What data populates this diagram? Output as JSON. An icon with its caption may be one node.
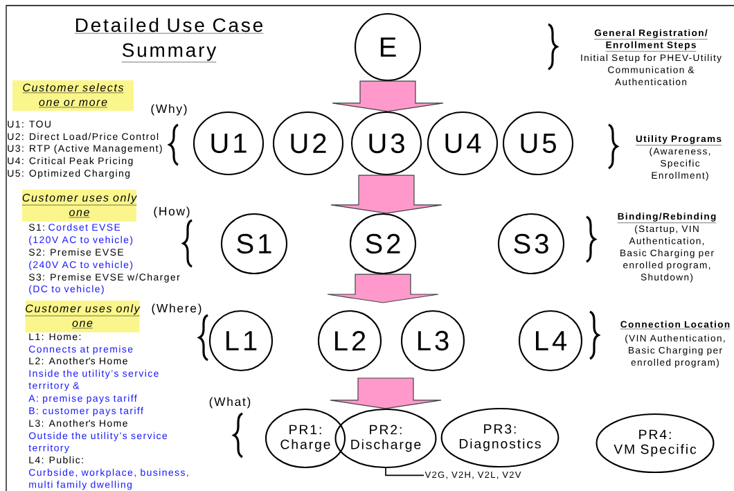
{
  "diagram": {
    "title": "Detailed Use Case Summary",
    "nodes": [
      {
        "text": [
          "E"
        ]
      },
      {
        "text": [
          "U1"
        ]
      },
      {
        "text": [
          "U2"
        ]
      },
      {
        "text": [
          "U3"
        ]
      },
      {
        "text": [
          "U4"
        ]
      },
      {
        "text": [
          "U5"
        ]
      },
      {
        "text": [
          "S1"
        ]
      },
      {
        "text": [
          "S2"
        ]
      },
      {
        "text": [
          "S3"
        ]
      },
      {
        "text": [
          "L1"
        ]
      },
      {
        "text": [
          "L2"
        ]
      },
      {
        "text": [
          "L3"
        ]
      },
      {
        "text": [
          "L4"
        ]
      },
      {
        "text": [
          "PR1:",
          "Charge"
        ]
      },
      {
        "text": [
          "PR2:",
          "Discharge"
        ]
      },
      {
        "text": [
          "PR3:",
          "Diagnostics"
        ]
      },
      {
        "text": [
          "PR4:",
          "VM Specific"
        ]
      },
      {
        "text": [
          "V2G, V2H, V2L, V2V"
        ]
      },
      {
        "text": [
          "Customer selects one or more"
        ]
      },
      {
        "text": [
          "Customer uses only one"
        ]
      },
      {
        "text": [
          "Customer uses only one"
        ]
      }
    ],
    "edges": [
      {
        "from": 0,
        "to": 3,
        "arrow": "to",
        "style": "thick",
        "color": "#ff99cc"
      },
      {
        "from": 3,
        "to": 7,
        "arrow": "to",
        "style": "thick",
        "color": "#ff99cc"
      },
      {
        "from": 7,
        "to": null,
        "arrow": "to",
        "style": "thick",
        "color": "#ff99cc"
      },
      {
        "from": null,
        "to": 14,
        "arrow": "to",
        "style": "thick",
        "color": "#ff99cc"
      },
      {
        "from": 17,
        "to": 14,
        "arrow": "none",
        "color": "#000000"
      }
    ],
    "labels": [
      "(Why)",
      "U1: TOU",
      "U2: Direct Load/Price Control",
      "U3: RTP (Active Management)",
      "U4: Critical Peak Pricing",
      "U5: Optimized Charging",
      "(How)",
      "S1:",
      "Cordset EVSE",
      "(120V AC to vehicle)",
      "S2: Premise EVSE",
      "(240V AC to vehicle)",
      "S3: Premise EVSE w/Charger",
      "(DC to vehicle)",
      "(Where)",
      "L1: Home:",
      "Connects at premise",
      "L2: Another's Home",
      "Inside the utility’s service territory &",
      "A: premise pays tariff",
      "B: customer pays tariff",
      "L3: Another's Home",
      "Outside the utility’s service territory",
      "L4: Public:",
      "Curbside, workplace, business, multi family dwelling",
      "(What)",
      "General Registration/ Enrollment Steps",
      "Initial Setup for PHEV-Utility Communication & Authentication",
      "Utility Programs",
      "(Awareness, Specific Enrollment)",
      "Binding/Rebinding",
      "(Startup, VIN Authentication, Basic Charging per enrolled program, Shutdown)",
      "Connection Location",
      "(VIN Authentication, Basic Charging per enrolled program)"
    ]
  }
}
